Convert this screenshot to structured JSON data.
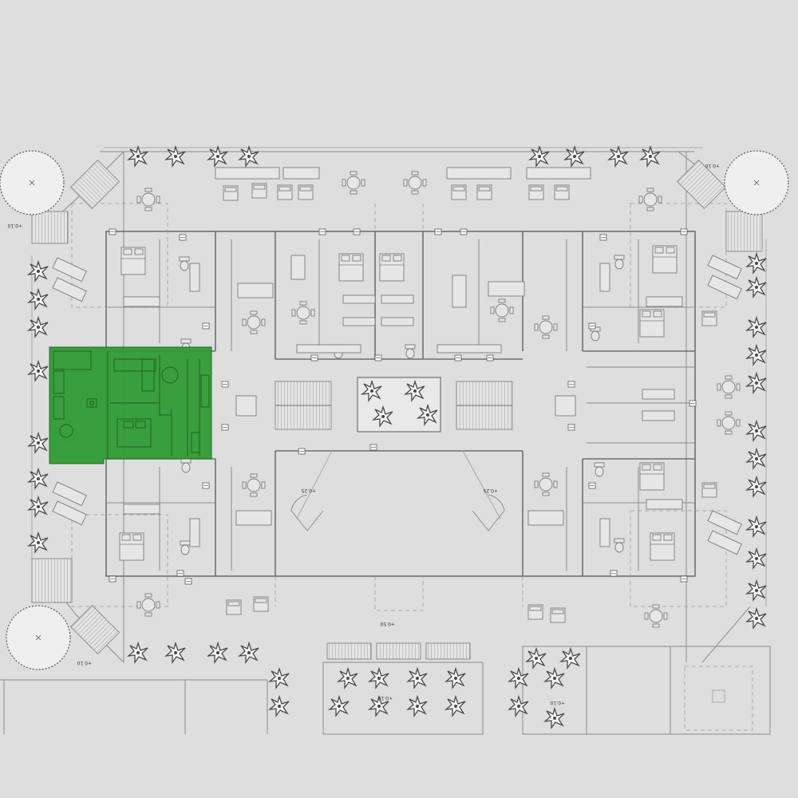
{
  "plan": {
    "highlight_color": "#2f9a34",
    "level_marks": {
      "nw_corner": "+0.10",
      "ne_corner": "+0.10",
      "sw_corner": "+0.10",
      "south_entrance": "+0.50",
      "south_garden_left": "+0.10",
      "south_garden_right": "+0.10",
      "lobby_left": "+0.25",
      "lobby_right": "+0.25"
    }
  }
}
